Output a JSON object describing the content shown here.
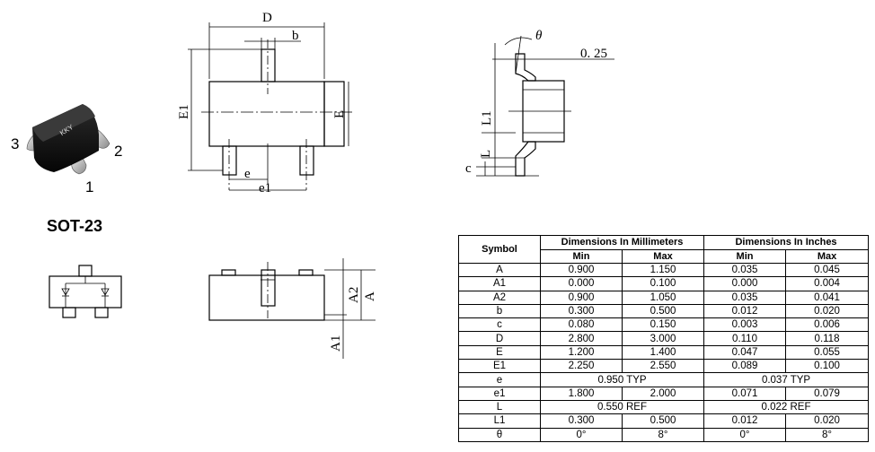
{
  "package_label": "SOT-23",
  "pin_labels": [
    "3",
    "2",
    "1"
  ],
  "chip_marking": "KKY",
  "drawing_labels": {
    "D": "D",
    "b": "b",
    "E1": "E1",
    "E": "E",
    "e": "e",
    "e1": "e1",
    "theta": "θ",
    "lead_thickness_note": "0. 25",
    "L1": "L1",
    "L": "L",
    "c": "c",
    "A2": "A2",
    "A": "A",
    "A1": "A1"
  },
  "table": {
    "header_symbol": "Symbol",
    "group_mm": "Dimensions In Millimeters",
    "group_in": "Dimensions In Inches",
    "col_min": "Min",
    "col_max": "Max",
    "rows": [
      {
        "symbol": "A",
        "mm_min": "0.900",
        "mm_max": "1.150",
        "in_min": "0.035",
        "in_max": "0.045"
      },
      {
        "symbol": "A1",
        "mm_min": "0.000",
        "mm_max": "0.100",
        "in_min": "0.000",
        "in_max": "0.004"
      },
      {
        "symbol": "A2",
        "mm_min": "0.900",
        "mm_max": "1.050",
        "in_min": "0.035",
        "in_max": "0.041"
      },
      {
        "symbol": "b",
        "mm_min": "0.300",
        "mm_max": "0.500",
        "in_min": "0.012",
        "in_max": "0.020"
      },
      {
        "symbol": "c",
        "mm_min": "0.080",
        "mm_max": "0.150",
        "in_min": "0.003",
        "in_max": "0.006"
      },
      {
        "symbol": "D",
        "mm_min": "2.800",
        "mm_max": "3.000",
        "in_min": "0.110",
        "in_max": "0.118"
      },
      {
        "symbol": "E",
        "mm_min": "1.200",
        "mm_max": "1.400",
        "in_min": "0.047",
        "in_max": "0.055"
      },
      {
        "symbol": "E1",
        "mm_min": "2.250",
        "mm_max": "2.550",
        "in_min": "0.089",
        "in_max": "0.100"
      },
      {
        "symbol": "e",
        "mm_span": "0.950 TYP",
        "in_span": "0.037 TYP"
      },
      {
        "symbol": "e1",
        "mm_min": "1.800",
        "mm_max": "2.000",
        "in_min": "0.071",
        "in_max": "0.079"
      },
      {
        "symbol": "L",
        "mm_span": "0.550 REF",
        "in_span": "0.022 REF"
      },
      {
        "symbol": "L1",
        "mm_min": "0.300",
        "mm_max": "0.500",
        "in_min": "0.012",
        "in_max": "0.020"
      },
      {
        "symbol": "θ",
        "mm_min": "0°",
        "mm_max": "8°",
        "in_min": "0°",
        "in_max": "8°"
      }
    ]
  }
}
